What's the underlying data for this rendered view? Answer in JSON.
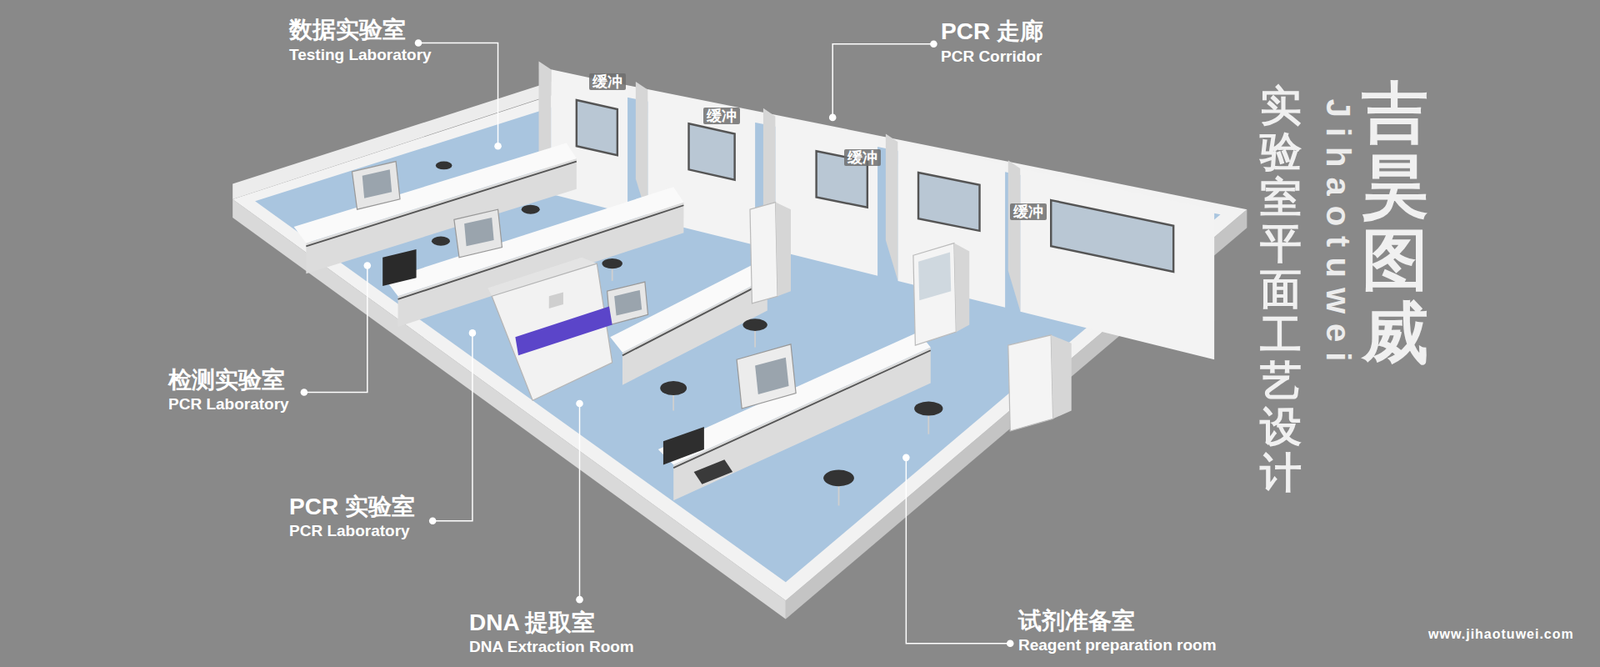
{
  "diagram": {
    "title": "吉昊图威",
    "labels": [
      "数据实验室",
      "Testing Laboratory",
      "PCR 走廊",
      "PCR Corridor",
      "缓冲",
      "缓冲",
      "缓冲",
      "缓冲",
      "检测实验室",
      "PCR Laboratory",
      "PCR 实验室",
      "PCR Laboratory",
      "DNA 提取室",
      "DNA Extraction Room",
      "试剂准备室",
      "Reagent preparation room",
      "Jihaotuwei",
      "实验室平面工艺设计",
      "www.jihaotuwei.com"
    ]
  }
}
